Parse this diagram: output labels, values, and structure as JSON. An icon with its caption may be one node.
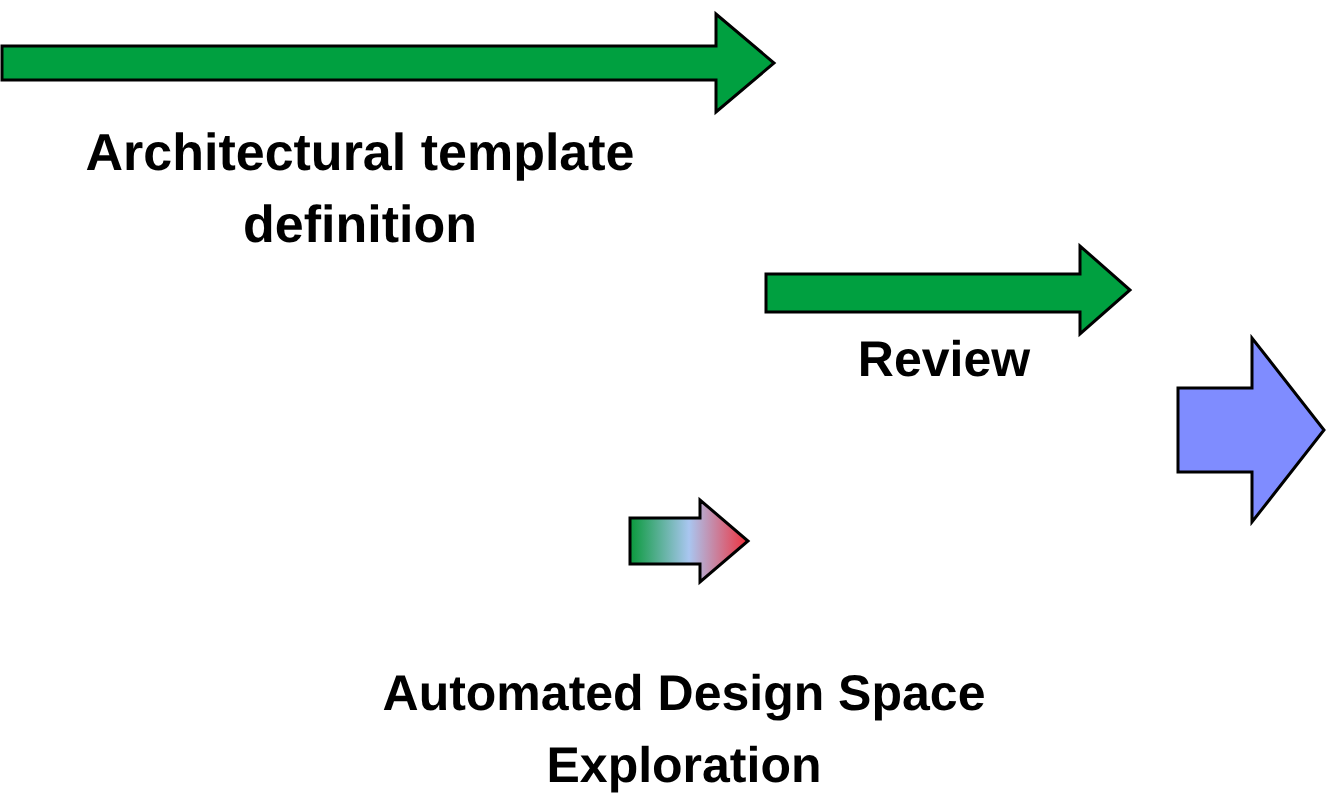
{
  "diagram": {
    "nodes": [
      {
        "text": [
          "Architectural template definition"
        ]
      },
      {
        "text": [
          "Review"
        ]
      },
      {
        "text": [],
        "shape": "arrow"
      },
      {
        "text": [
          "Automated Design Space Exploration"
        ]
      }
    ]
  }
}
